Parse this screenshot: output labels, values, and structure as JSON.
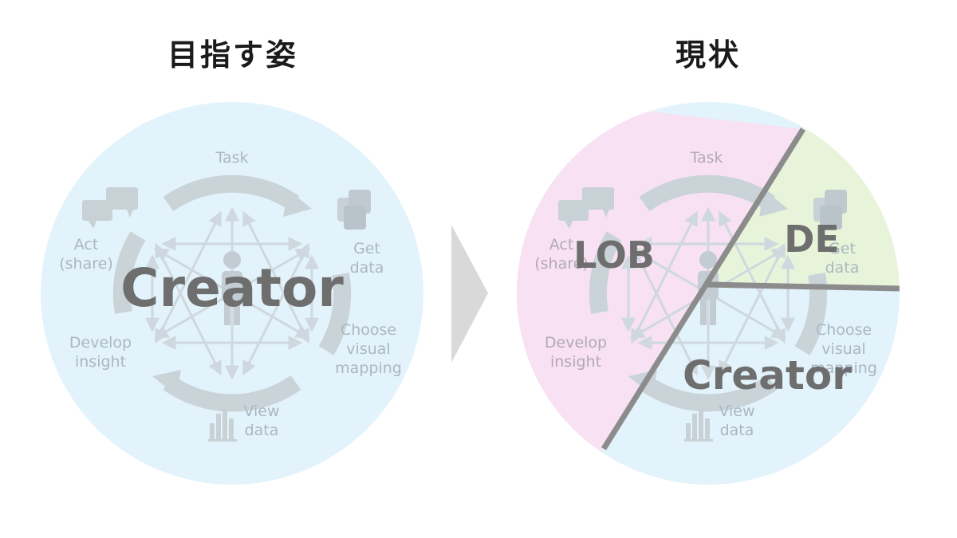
{
  "titles": {
    "left": "目指す姿",
    "right": "現状"
  },
  "cycle_stages": {
    "task": "Task",
    "get_data_1": "Get",
    "get_data_2": "data",
    "choose_1": "Choose",
    "choose_2": "visual",
    "choose_3": "mapping",
    "view_1": "View",
    "view_2": "data",
    "develop_1": "Develop",
    "develop_2": "insight",
    "act_1": "Act",
    "act_2": "(share)"
  },
  "roles": {
    "creator": "Creator",
    "lob": "LOB",
    "de": "DE"
  },
  "colors": {
    "light_blue": "#e2f3fb",
    "pink": "#f7e1f3",
    "green": "#e8f4da",
    "divider": "#8c8c8c",
    "arrow_chevron": "#d9d9d9"
  },
  "icons": [
    "chat-bubbles-icon",
    "database-icon",
    "bar-chart-icon",
    "person-icon",
    "cycle-arrow-icon",
    "chevron-right-icon"
  ]
}
